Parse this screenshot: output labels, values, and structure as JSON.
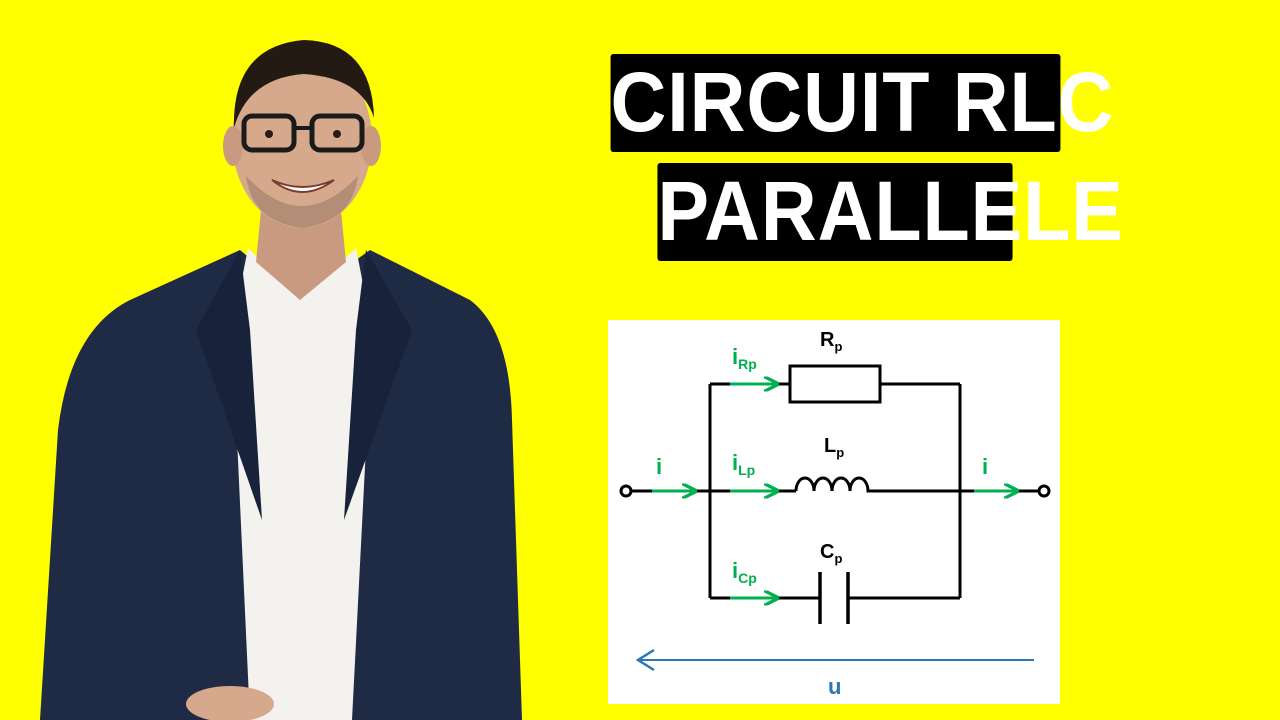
{
  "title": {
    "line1": "CIRCUIT RLC",
    "line2": "PARALLELE"
  },
  "colors": {
    "background": "#ffff00",
    "title_box": "#000000",
    "title_text": "#ffffff",
    "current_arrow": "#00b050",
    "voltage_arrow": "#2e75b6",
    "wire": "#000000"
  },
  "diagram": {
    "resistor": {
      "main": "R",
      "sub": "p"
    },
    "inductor": {
      "main": "L",
      "sub": "p"
    },
    "capacitor": {
      "main": "C",
      "sub": "p"
    },
    "current_in": {
      "main": "i"
    },
    "current_out": {
      "main": "i"
    },
    "current_r": {
      "main": "i",
      "sub": "Rp"
    },
    "current_l": {
      "main": "i",
      "sub": "Lp"
    },
    "current_c": {
      "main": "i",
      "sub": "Cp"
    },
    "voltage": {
      "main": "u"
    }
  }
}
